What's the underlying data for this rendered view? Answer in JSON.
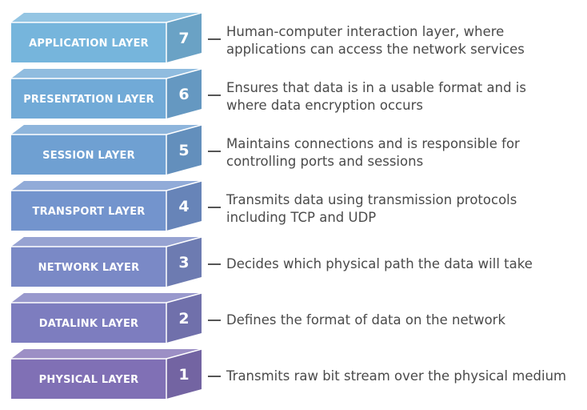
{
  "layers": [
    {
      "number": "7",
      "name": "APPLICATION LAYER",
      "description": [
        "Human-computer interaction layer, where",
        "applications can access the network services"
      ],
      "color": "#76b5dc"
    },
    {
      "number": "6",
      "name": "PRESENTATION LAYER",
      "description": [
        "Ensures that data is in a usable format and is",
        "where data encryption occurs"
      ],
      "color": "#71aad7"
    },
    {
      "number": "5",
      "name": "SESSION LAYER",
      "description": [
        "Maintains connections and is responsible for",
        "controlling ports and sessions"
      ],
      "color": "#6fa0d2"
    },
    {
      "number": "4",
      "name": "TRANSPORT LAYER",
      "description": [
        "Transmits data using transmission protocols",
        "including TCP and UDP"
      ],
      "color": "#7394cd"
    },
    {
      "number": "3",
      "name": "NETWORK LAYER",
      "description": [
        "Decides which physical path the data will take"
      ],
      "color": "#7a89c6"
    },
    {
      "number": "2",
      "name": "DATALINK LAYER",
      "description": [
        "Defines the format of data on the network"
      ],
      "color": "#7d7dbf"
    },
    {
      "number": "1",
      "name": "PHYSICAL LAYER",
      "description": [
        "Transmits raw bit stream over the physical medium"
      ],
      "color": "#8070b5"
    }
  ]
}
